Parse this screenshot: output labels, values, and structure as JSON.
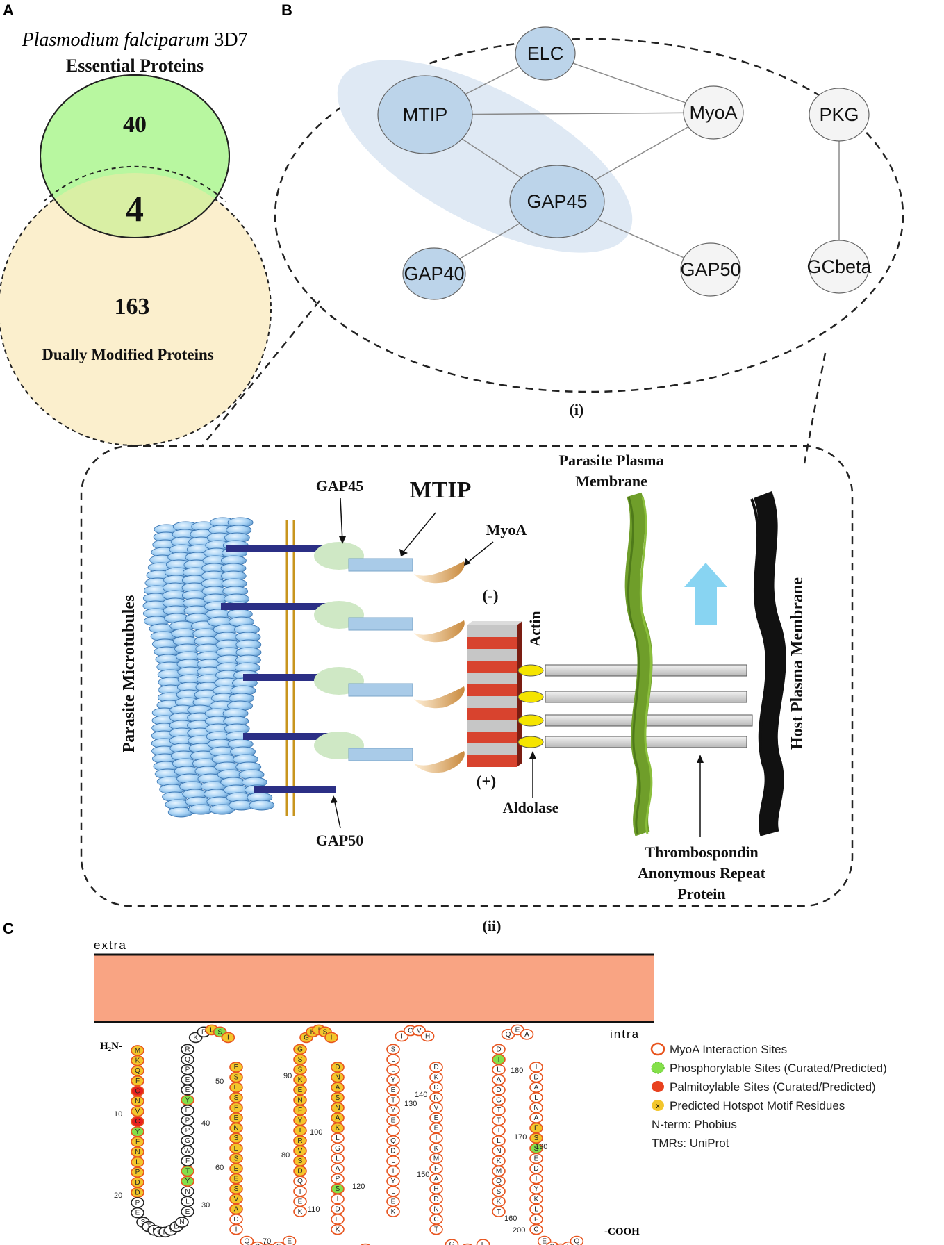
{
  "panel_a": {
    "letter": "A",
    "title_italic": "Plasmodium falciparum",
    "title_strain": " 3D7",
    "title_bold": "Essential Proteins",
    "essential_only": "40",
    "overlap": "4",
    "dual_only": "163",
    "dual_label": "Dually Modified Proteins",
    "colors": {
      "essential": "#b8f7a0",
      "dual": "#fbefcd",
      "overlap": "#d9efa4",
      "overlap_text": "#e8211f"
    }
  },
  "panel_b": {
    "letter": "B",
    "caption": "(i)",
    "nodes": [
      {
        "id": "ELC",
        "label": "ELC",
        "fill": "#bcd4ea"
      },
      {
        "id": "MTIP",
        "label": "MTIP",
        "fill": "#bcd4ea"
      },
      {
        "id": "MyoA",
        "label": "MyoA",
        "fill": "#f4f4f4"
      },
      {
        "id": "PKG",
        "label": "PKG",
        "fill": "#f4f4f4"
      },
      {
        "id": "GAP45",
        "label": "GAP45",
        "fill": "#bcd4ea"
      },
      {
        "id": "GAP40",
        "label": "GAP40",
        "fill": "#bcd4ea"
      },
      {
        "id": "GAP50",
        "label": "GAP50",
        "fill": "#f4f4f4"
      },
      {
        "id": "GCbeta",
        "label": "GCbeta",
        "fill": "#f4f4f4"
      }
    ],
    "edges": [
      [
        "MTIP",
        "ELC"
      ],
      [
        "MTIP",
        "MyoA"
      ],
      [
        "ELC",
        "MyoA"
      ],
      [
        "MTIP",
        "GAP45"
      ],
      [
        "GAP45",
        "MyoA"
      ],
      [
        "GAP45",
        "GAP40"
      ],
      [
        "GAP45",
        "GAP50"
      ],
      [
        "PKG",
        "GCbeta"
      ]
    ]
  },
  "panel_ii": {
    "caption": "(ii)",
    "gap45": "GAP45",
    "mtip": "MTIP",
    "myoa": "MyoA",
    "minus": "(-)",
    "plus": "(+)",
    "actin": "Actin",
    "aldolase": "Aldolase",
    "gap50": "GAP50",
    "microtubules": "Parasite Microtubules",
    "ppm_line1": "Parasite Plasma",
    "ppm_line2": "Membrane",
    "hpm": "Host Plasma Membrane",
    "trap_line1": "Thrombospondin",
    "trap_line2": "Anonymous Repeat",
    "trap_line3": "Protein",
    "colors": {
      "mtip_label": "#e8211f",
      "arrow": "#88d4f2",
      "membrane_green": "#6f9e2a",
      "actin_red": "#d8432e"
    }
  },
  "panel_c": {
    "letter": "C",
    "extra": "extra",
    "intra": "intra",
    "n_term": "H₂N-",
    "c_term": "-COOH",
    "membrane_color": "#f9a483",
    "residue_numbers": [
      "10",
      "20",
      "30",
      "40",
      "50",
      "60",
      "70",
      "80",
      "90",
      "100",
      "110",
      "120",
      "130",
      "140",
      "150",
      "160",
      "170",
      "180",
      "190",
      "200"
    ],
    "strands": [
      {
        "residues": [
          "M",
          "K",
          "Q",
          "F",
          "C",
          "N",
          "V",
          "C",
          "Y",
          "F",
          "N",
          "L",
          "P",
          "D",
          "D",
          "P",
          "E",
          "S",
          "T",
          "L",
          "G",
          "P",
          "Y",
          "D",
          "N"
        ],
        "status": [
          "h",
          "h",
          "h",
          "h",
          "pa",
          "h",
          "h",
          "pa",
          "ph",
          "h",
          "h",
          "h",
          "h",
          "h",
          "h",
          "n",
          "n",
          "n",
          "n",
          "n",
          "n",
          "n",
          "n",
          "n",
          "n"
        ]
      },
      {
        "residues": [
          "E",
          "L",
          "N",
          "Y",
          "T",
          "F",
          "W",
          "G",
          "P",
          "P",
          "E",
          "Y",
          "E",
          "E",
          "P",
          "Q",
          "R",
          "K",
          "P",
          "L",
          "S",
          "I"
        ],
        "status": [
          "n",
          "n",
          "n",
          "ph",
          "ph",
          "n",
          "n",
          "n",
          "n",
          "n",
          "n",
          "ph",
          "n",
          "n",
          "n",
          "n",
          "n",
          "n",
          "n",
          "h",
          "ph",
          "h"
        ]
      },
      {
        "residues": [
          "E",
          "S",
          "E",
          "S",
          "F",
          "E",
          "N",
          "S",
          "E",
          "S",
          "E",
          "E",
          "S",
          "V",
          "A",
          "D",
          "I",
          "Q",
          "Q",
          "L",
          "E",
          "E"
        ],
        "status": [
          "h",
          "h",
          "h",
          "h",
          "h",
          "h",
          "h",
          "h",
          "h",
          "h",
          "h",
          "h",
          "h",
          "h",
          "h",
          "m",
          "m",
          "m",
          "m",
          "m",
          "m",
          "m"
        ]
      },
      {
        "residues": [
          "K",
          "E",
          "T",
          "Q",
          "D",
          "S",
          "V",
          "R",
          "I",
          "Y",
          "F",
          "N",
          "E",
          "K",
          "S",
          "S",
          "G",
          "G",
          "K",
          "I",
          "S",
          "I"
        ],
        "status": [
          "m",
          "m",
          "m",
          "m",
          "h",
          "h",
          "h",
          "h",
          "h",
          "h",
          "h",
          "h",
          "h",
          "h",
          "h",
          "h",
          "h",
          "h",
          "h",
          "h",
          "h",
          "h"
        ]
      },
      {
        "residues": [
          "D",
          "N",
          "A",
          "S",
          "N",
          "A",
          "K",
          "L",
          "G",
          "L",
          "A",
          "P",
          "S",
          "I",
          "D",
          "E",
          "K",
          "I"
        ],
        "status": [
          "h",
          "h",
          "h",
          "h",
          "h",
          "h",
          "h",
          "m",
          "m",
          "m",
          "m",
          "m",
          "ph",
          "m",
          "m",
          "m",
          "m",
          "m"
        ]
      },
      {
        "residues": [
          "K",
          "E",
          "L",
          "Y",
          "I",
          "L",
          "D",
          "Q",
          "L",
          "E",
          "Y",
          "T",
          "E",
          "Y",
          "L",
          "L",
          "S",
          "I",
          "C",
          "V",
          "H"
        ],
        "status": [
          "m",
          "m",
          "m",
          "m",
          "m",
          "m",
          "m",
          "m",
          "m",
          "m",
          "m",
          "m",
          "m",
          "m",
          "m",
          "m",
          "m",
          "m",
          "m",
          "m",
          "m"
        ]
      },
      {
        "residues": [
          "D",
          "K",
          "D",
          "N",
          "V",
          "E",
          "E",
          "I",
          "K",
          "M",
          "F",
          "A",
          "H",
          "D",
          "N",
          "C",
          "T",
          "G",
          "Y",
          "L"
        ],
        "status": [
          "m",
          "m",
          "m",
          "m",
          "m",
          "m",
          "m",
          "m",
          "m",
          "m",
          "m",
          "m",
          "m",
          "m",
          "m",
          "m",
          "m",
          "m",
          "m",
          "m"
        ]
      },
      {
        "residues": [
          "T",
          "K",
          "S",
          "Q",
          "M",
          "K",
          "N",
          "L",
          "T",
          "T",
          "T",
          "G",
          "D",
          "A",
          "L",
          "T",
          "D",
          "Q",
          "E",
          "A"
        ],
        "status": [
          "m",
          "m",
          "m",
          "m",
          "m",
          "m",
          "m",
          "m",
          "m",
          "m",
          "m",
          "m",
          "m",
          "m",
          "m",
          "ph",
          "m",
          "m",
          "m",
          "m"
        ]
      },
      {
        "residues": [
          "I",
          "D",
          "A",
          "L",
          "N",
          "A",
          "F",
          "S",
          "S",
          "E",
          "D",
          "I",
          "Y",
          "K",
          "L",
          "F",
          "C",
          "E",
          "D",
          "I",
          "L",
          "Q"
        ],
        "status": [
          "m",
          "m",
          "m",
          "m",
          "m",
          "m",
          "h",
          "h",
          "ph",
          "m",
          "m",
          "m",
          "m",
          "m",
          "m",
          "m",
          "m",
          "m",
          "m",
          "m",
          "m",
          "m"
        ]
      }
    ],
    "legend": [
      {
        "label": "MyoA Interaction Sites",
        "kind": "myoa"
      },
      {
        "label": "Phosphorylable Sites (Curated/Predicted)",
        "kind": "phospho"
      },
      {
        "label": "Palmitoylable Sites (Curated/Predicted)",
        "kind": "palm"
      },
      {
        "label": "Predicted Hotspot Motif Residues",
        "kind": "hotspot",
        "glyph": "x"
      },
      {
        "label": "N-term: Phobius",
        "kind": "text"
      },
      {
        "label": "TMRs: UniProt",
        "kind": "text"
      }
    ]
  }
}
